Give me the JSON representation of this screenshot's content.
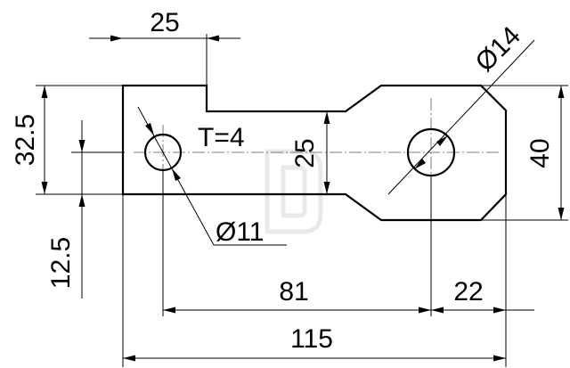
{
  "drawing": {
    "labels": {
      "top_width": "25",
      "left_height": "32.5",
      "hole_offset": "12.5",
      "neck_height": "25",
      "right_height": "40",
      "hole_spacing": "81",
      "right_edge_offset": "22",
      "overall_length": "115",
      "thickness": "T=4",
      "small_hole_diameter": "Ø11",
      "large_hole_diameter": "Ø14"
    },
    "colors": {
      "line": "#000000",
      "background": "#ffffff",
      "watermark": "#e9e9e9"
    }
  }
}
